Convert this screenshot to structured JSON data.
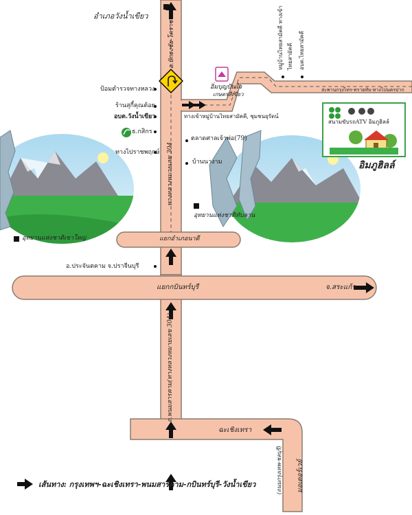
{
  "labels": {
    "amphoe_wang_nam_khiao": "อำเภอวังน้ำเขียว",
    "road_pakthongchai_korat": "อ.ปักธงชัย-โคราช",
    "police_station": "ป้อมตำรวจทางหลวง",
    "restaurant": "ร้านสุกี้คุณต้อย",
    "tambon_admin": "อบต.วังน้ำเขียว",
    "kasikorn": "ธ.กสิกร",
    "resort_road_sign": "ทางไปราชพฤกษ์",
    "imboon_sign": "อิ่มบุญปันใจ",
    "imboon_sub": "เกษตรสีเขียว",
    "farm_entrance": "ทางเข้าหมู่บ้านไทยสามัคคี, ชุมชนยุรัตน์",
    "market_79": "ตลาดศาลเจ้าพ่อ(79)",
    "ban_pa_ngam": "บ้านนางาม",
    "park_thap_lan": "อุทยานแห่งชาติทับลาน",
    "park_khao_yai": "อุทยานแห่งชาติเขาใหญ่",
    "junction_amphoe_nadi": "แยกอำเภอนาดี",
    "prachantakham": "อ.ประจันตคาม จ.ปราจีนบุรี",
    "junction_kabinburi": "แยกกบินทร์บุรี",
    "to_sakaeo": "จ.สระแก้ว",
    "chachoengsao": "ฉะเชิงเทรา",
    "motorway": "มอเตอร์เวย์",
    "motorway_sub": "(ถนนกรุงเทพ-ชลบุรี)",
    "road_304_top": "ทางหลวงหมายเลข 304",
    "road_304_bottom": "ถ.พนมสารคาม(ทางหลวงหมายเลข 304)",
    "village_thai_samakkhi": "หมู่บ้านไทยสามัคคี ทางเข้า",
    "village_sub": "ไทยสามัคคี",
    "obt_thai_samakkhi": "อบต.ไทยสามัคคี",
    "highway_sign": "สะพานกรุงไทร-ทรายทับ-ทางไปนครปาก",
    "atv_label": "สนามขับรถATV อิมภูฮิลล์",
    "resort_name": "อิมภูฮิลล์",
    "route_legend": "เส้นทาง: กรุงเทพฯ-ฉะเชิงเทรา-พนมสารคาม-กบินทร์บุรี-วังน้ำเขียว"
  },
  "colors": {
    "road_fill": "#f6c3aa",
    "road_stroke": "#8a7a70",
    "arrow": "#111111",
    "resort_border": "#3aa14a",
    "grass": "#3db04a",
    "sky": "#bfe3f3",
    "mountain": "#7d7d86"
  },
  "icons": [
    "turn-sign-icon",
    "leaf-icon",
    "resort-house-icon",
    "tractor-icon"
  ]
}
